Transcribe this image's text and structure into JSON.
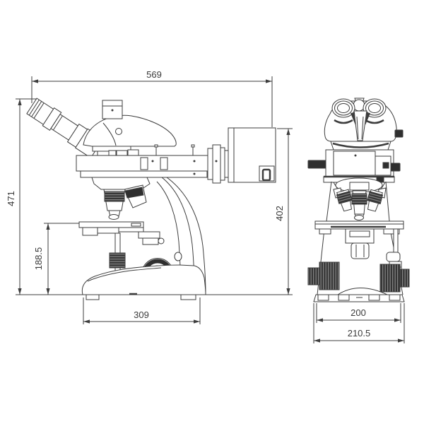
{
  "drawing": {
    "type": "technical-dimension-drawing",
    "background": "#ffffff",
    "line_color": "#3d3d3d",
    "dark_fill": "#2f2f2f"
  },
  "dimensions": {
    "overall_depth": {
      "label": "569",
      "orientation": "horizontal"
    },
    "overall_height": {
      "label": "471",
      "orientation": "vertical"
    },
    "illuminator_height": {
      "label": "402",
      "orientation": "vertical"
    },
    "stage_height": {
      "label": "188.5",
      "orientation": "vertical"
    },
    "base_depth": {
      "label": "309",
      "orientation": "horizontal"
    },
    "base_width": {
      "label": "200",
      "orientation": "horizontal"
    },
    "base_overall_width": {
      "label": "210.5",
      "orientation": "horizontal"
    }
  }
}
